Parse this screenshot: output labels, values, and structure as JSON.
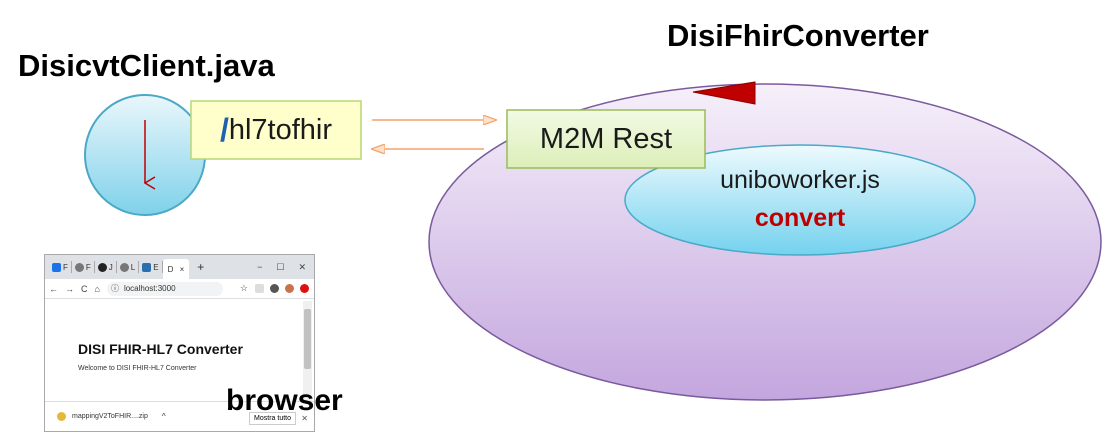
{
  "titles": {
    "client": "DisicvtClient.java",
    "converter": "DisiFhirConverter"
  },
  "labels": {
    "endpoint_slash": "/",
    "endpoint_path": "hl7tofhir",
    "m2m": "M2M Rest",
    "worker_file": "uniboworker.js",
    "worker_action": "convert",
    "browser_caption": "browser"
  },
  "browser": {
    "tabs": [
      "F",
      "F",
      "J",
      "L",
      "E",
      "D"
    ],
    "new_tab": "+",
    "close_tab": "×",
    "win_min": "−",
    "win_max": "☐",
    "win_close": "✕",
    "nav_back": "←",
    "nav_forward": "→",
    "nav_reload": "C",
    "nav_home": "⌂",
    "url": "localhost:3000",
    "info_icon": "ⓘ",
    "star_icon": "☆",
    "heading": "DISI FHIR-HL7 Converter",
    "welcome": "Welcome to DISI FHIR-HL7 Converter",
    "download_file": "mappingV2ToFHIR....zip",
    "download_caret": "^",
    "show_all": "Mostra tutto",
    "download_close": "✕"
  },
  "colors": {
    "client_circle_top": "#eaf7fb",
    "client_circle_bottom": "#7fd1ea",
    "client_circle_stroke": "#49a9c6",
    "down_arrow": "#c00000",
    "endpoint_box_fill": "#ffffcc",
    "endpoint_box_stroke": "#b7d57a",
    "slash": "#2060b0",
    "m2m_box_fill": "#e8f6d0",
    "m2m_box_stroke": "#9bbb59",
    "flow_arrows": "#f2a46c",
    "outer_ellipse_top": "#f3ecf8",
    "outer_ellipse_bottom": "#c8aee0",
    "outer_ellipse_stroke": "#7a5a9e",
    "inner_ellipse_top": "#eaf9fd",
    "inner_ellipse_bottom": "#78d4ef",
    "inner_ellipse_stroke": "#4aa9c8",
    "red_triangle": "#c00000",
    "convert_text": "#c00000"
  }
}
